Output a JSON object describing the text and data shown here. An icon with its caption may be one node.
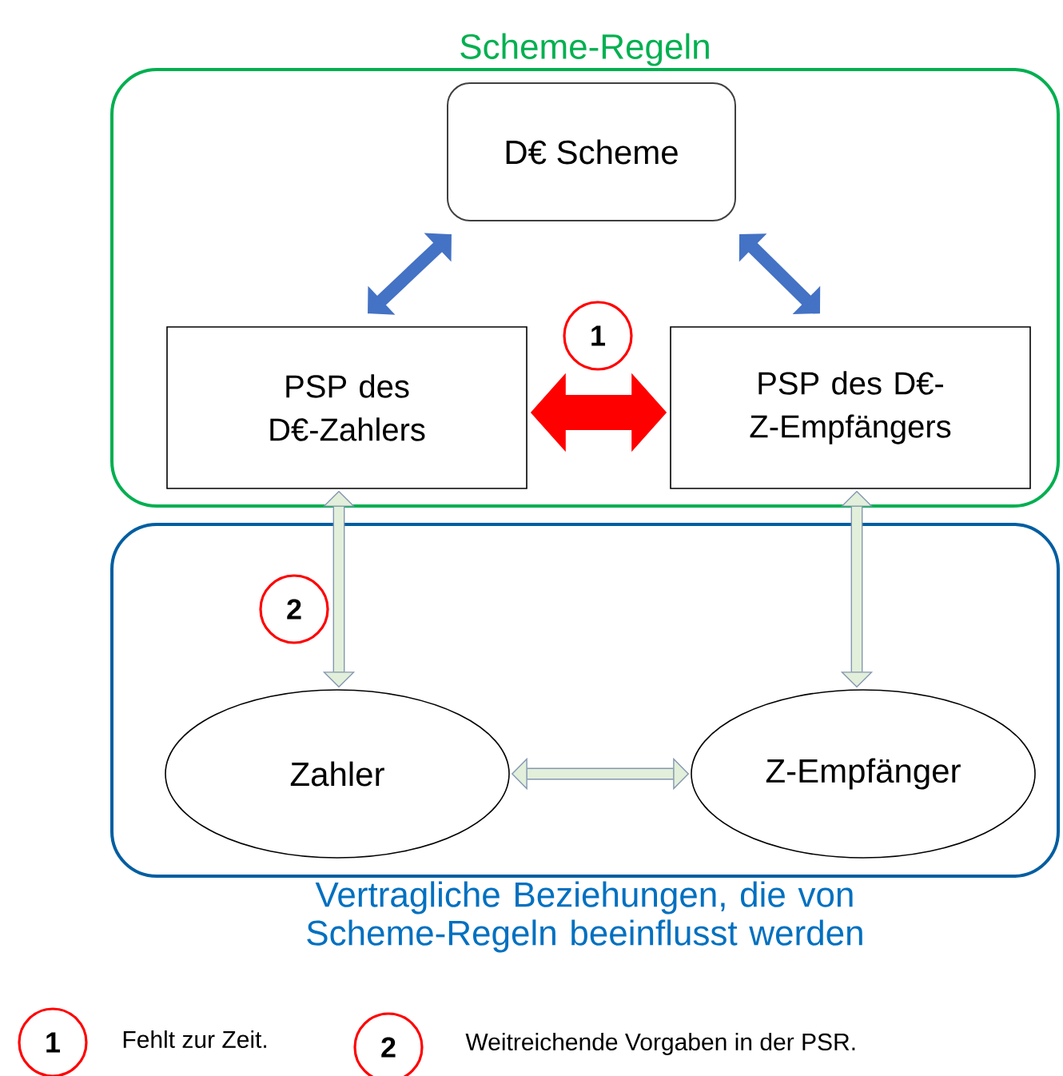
{
  "diagram": {
    "nodes": [
      {
        "text": [
          "Scheme-Regeln"
        ]
      },
      {
        "text": [
          "D€ Scheme"
        ],
        "in": 0
      },
      {
        "text": [
          "PSP des D€-Zahlers"
        ],
        "in": 0
      },
      {
        "text": [
          "PSP des D€- Z-Empfängers"
        ],
        "in": 0
      },
      {
        "text": [
          "Vertragliche Beziehungen, die von Scheme-Regeln beeinflusst werden"
        ]
      },
      {
        "text": [
          "Zahler"
        ],
        "in": 4
      },
      {
        "text": [
          "Z-Empfänger"
        ],
        "in": 4
      },
      {
        "text": [
          "1"
        ],
        "in": 0
      },
      {
        "text": [
          "2"
        ],
        "in": 4
      },
      {
        "text": [
          "1"
        ],
        "beside": [
          "Fehlt zur Zeit."
        ]
      },
      {
        "text": [
          "2"
        ],
        "beside": [
          "Weitreichende Vorgaben in der PSR."
        ]
      }
    ],
    "edges": [
      {
        "from": 1,
        "to": 2,
        "arrow": "both",
        "color": "#4472c4"
      },
      {
        "from": 1,
        "to": 3,
        "arrow": "both",
        "color": "#4472c4"
      },
      {
        "from": 2,
        "to": 3,
        "arrow": "both",
        "color": "#ff0000",
        "style": "thick"
      },
      {
        "from": 2,
        "to": 5,
        "arrow": "both"
      },
      {
        "from": 3,
        "to": 6,
        "arrow": "both"
      },
      {
        "from": 5,
        "to": 6,
        "arrow": "both"
      }
    ]
  }
}
